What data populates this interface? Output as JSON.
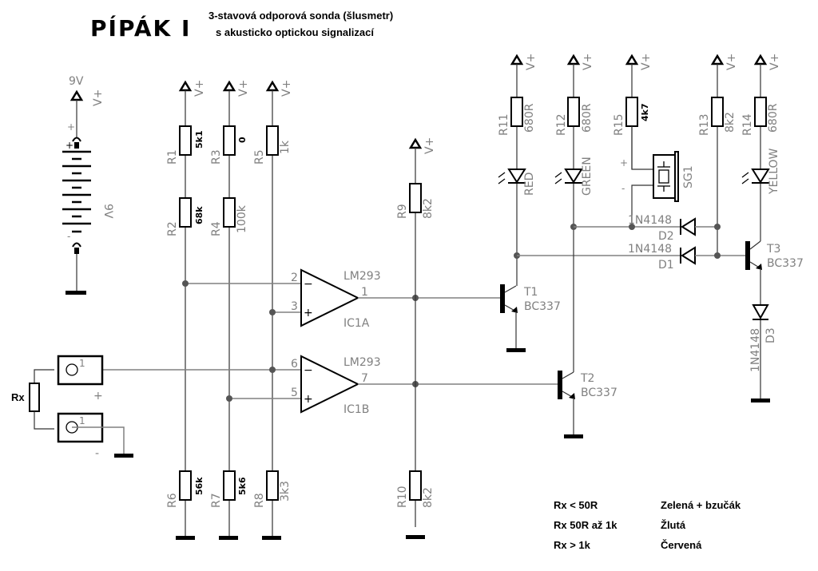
{
  "title": {
    "main": "PÍPÁK I",
    "subtitle_line1": "3-stavová odporová sonda (šlusmetr)",
    "subtitle_line2": "s akusticko optickou signalizací"
  },
  "supply": {
    "battery_voltage_top": "9V",
    "battery_label": "9V",
    "rail_label": "V+",
    "plus": "+",
    "minus": "-"
  },
  "resistors": [
    {
      "ref": "R1",
      "value": "5k1"
    },
    {
      "ref": "R2",
      "value": "68k"
    },
    {
      "ref": "R3",
      "value": "0"
    },
    {
      "ref": "R4",
      "value": "100k"
    },
    {
      "ref": "R5",
      "value": "1k"
    },
    {
      "ref": "R6",
      "value": "56k"
    },
    {
      "ref": "R7",
      "value": "5k6"
    },
    {
      "ref": "R8",
      "value": "3k3"
    },
    {
      "ref": "R9",
      "value": "8k2"
    },
    {
      "ref": "R10",
      "value": "8k2"
    },
    {
      "ref": "R11",
      "value": "680R"
    },
    {
      "ref": "R12",
      "value": "680R"
    },
    {
      "ref": "R13",
      "value": "8k2"
    },
    {
      "ref": "R14",
      "value": "680R"
    },
    {
      "ref": "R15",
      "value": "4k7"
    }
  ],
  "comparators": [
    {
      "ref": "IC1A",
      "part": "LM293",
      "pin_inv": "2",
      "pin_noninv": "3",
      "pin_out": "1"
    },
    {
      "ref": "IC1B",
      "part": "LM293",
      "pin_inv": "6",
      "pin_noninv": "5",
      "pin_out": "7"
    }
  ],
  "transistors": [
    {
      "ref": "T1",
      "part": "BC337"
    },
    {
      "ref": "T2",
      "part": "BC337"
    },
    {
      "ref": "T3",
      "part": "BC337"
    }
  ],
  "diodes": [
    {
      "ref": "D1",
      "part": "1N4148"
    },
    {
      "ref": "D2",
      "part": "1N4148"
    },
    {
      "ref": "D3",
      "part": "1N4148"
    }
  ],
  "leds": [
    {
      "color_label": "RED"
    },
    {
      "color_label": "GREEN"
    },
    {
      "color_label": "YELLOW"
    }
  ],
  "buzzer": {
    "ref": "SG1",
    "plus": "+",
    "minus": "-"
  },
  "probe": {
    "label": "Rx",
    "pin": "1",
    "plus": "+",
    "minus": "-"
  },
  "legend": [
    {
      "condition": "Rx < 50R",
      "result": "Zelená + bzučák"
    },
    {
      "condition": "Rx 50R až 1k",
      "result": "Žlutá"
    },
    {
      "condition": "Rx > 1k",
      "result": "Červená"
    }
  ]
}
